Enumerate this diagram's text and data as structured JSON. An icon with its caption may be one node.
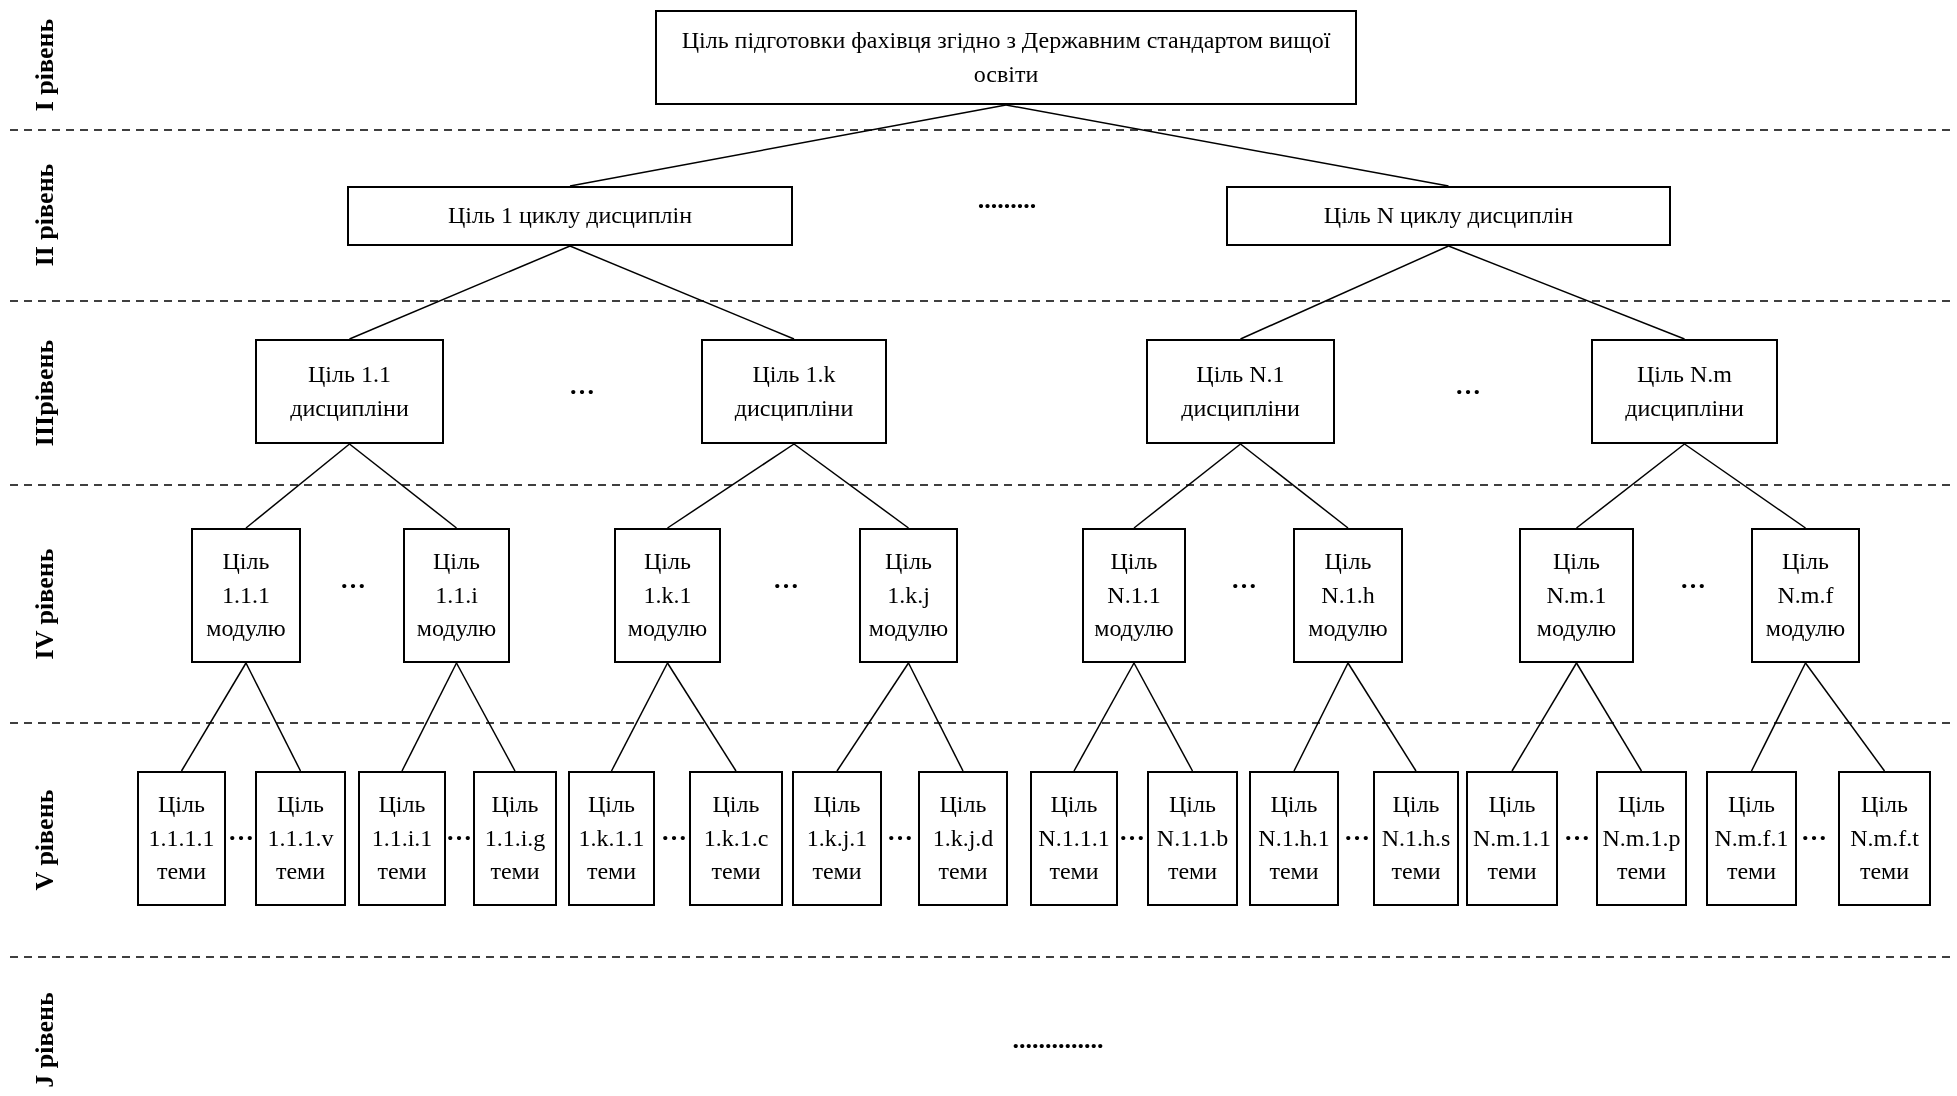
{
  "diagram": {
    "nodes": [
      {
        "text": [
          "Ціль підготовки фахівця згідно з Державним стандартом вищої освіти"
        ]
      },
      {
        "text": [
          "Ціль 1 циклу дисциплін"
        ]
      },
      {
        "text": [
          "Ціль N циклу дисциплін"
        ]
      },
      {
        "text": [
          "Ціль 1.1 дисципліни"
        ]
      },
      {
        "text": [
          "Ціль 1.k дисципліни"
        ]
      },
      {
        "text": [
          "Ціль N.1 дисципліни"
        ]
      },
      {
        "text": [
          "Ціль N.m дисципліни"
        ]
      },
      {
        "text": [
          "Ціль 1.1.1 модулю"
        ]
      },
      {
        "text": [
          "Ціль 1.1.i модулю"
        ]
      },
      {
        "text": [
          "Ціль 1.k.1 модулю"
        ]
      },
      {
        "text": [
          "Ціль 1.k.j модулю"
        ]
      },
      {
        "text": [
          "Ціль N.1.1 модулю"
        ]
      },
      {
        "text": [
          "Ціль N.1.h модулю"
        ]
      },
      {
        "text": [
          "Ціль N.m.1 модулю"
        ]
      },
      {
        "text": [
          "Ціль N.m.f модулю"
        ]
      },
      {
        "text": [
          "Ціль 1.1.1.1 теми"
        ]
      },
      {
        "text": [
          "Ціль 1.1.1.v теми"
        ]
      },
      {
        "text": [
          "Ціль 1.1.i.1 теми"
        ]
      },
      {
        "text": [
          "Ціль 1.1.i.g теми"
        ]
      },
      {
        "text": [
          "Ціль 1.k.1.1 теми"
        ]
      },
      {
        "text": [
          "Ціль 1.k.1.c теми"
        ]
      },
      {
        "text": [
          "Ціль 1.k.j.1 теми"
        ]
      },
      {
        "text": [
          "Ціль 1.k.j.d теми"
        ]
      },
      {
        "text": [
          "Ціль N.1.1.1 теми"
        ]
      },
      {
        "text": [
          "Ціль N.1.1.b теми"
        ]
      },
      {
        "text": [
          "Ціль N.1.h.1 теми"
        ]
      },
      {
        "text": [
          "Ціль N.1.h.s теми"
        ]
      },
      {
        "text": [
          "Ціль N.m.1.1 теми"
        ]
      },
      {
        "text": [
          "Ціль N.m.1.p теми"
        ]
      },
      {
        "text": [
          "Ціль N.m.f.1 теми"
        ]
      },
      {
        "text": [
          "Ціль N.m.f.t теми"
        ]
      }
    ],
    "edges": [
      {
        "from": 0,
        "to": 1,
        "arrow": "none"
      },
      {
        "from": 0,
        "to": 2,
        "arrow": "none"
      },
      {
        "from": 1,
        "to": 3,
        "arrow": "none"
      },
      {
        "from": 1,
        "to": 4,
        "arrow": "none"
      },
      {
        "from": 2,
        "to": 5,
        "arrow": "none"
      },
      {
        "from": 2,
        "to": 6,
        "arrow": "none"
      },
      {
        "from": 3,
        "to": 7,
        "arrow": "none"
      },
      {
        "from": 3,
        "to": 8,
        "arrow": "none"
      },
      {
        "from": 4,
        "to": 9,
        "arrow": "none"
      },
      {
        "from": 4,
        "to": 10,
        "arrow": "none"
      },
      {
        "from": 5,
        "to": 11,
        "arrow": "none"
      },
      {
        "from": 5,
        "to": 12,
        "arrow": "none"
      },
      {
        "from": 6,
        "to": 13,
        "arrow": "none"
      },
      {
        "from": 6,
        "to": 14,
        "arrow": "none"
      },
      {
        "from": 7,
        "to": 15,
        "arrow": "none"
      },
      {
        "from": 7,
        "to": 16,
        "arrow": "none"
      },
      {
        "from": 8,
        "to": 17,
        "arrow": "none"
      },
      {
        "from": 8,
        "to": 18,
        "arrow": "none"
      },
      {
        "from": 9,
        "to": 19,
        "arrow": "none"
      },
      {
        "from": 9,
        "to": 20,
        "arrow": "none"
      },
      {
        "from": 10,
        "to": 21,
        "arrow": "none"
      },
      {
        "from": 10,
        "to": 22,
        "arrow": "none"
      },
      {
        "from": 11,
        "to": 23,
        "arrow": "none"
      },
      {
        "from": 11,
        "to": 24,
        "arrow": "none"
      },
      {
        "from": 12,
        "to": 25,
        "arrow": "none"
      },
      {
        "from": 12,
        "to": 26,
        "arrow": "none"
      },
      {
        "from": 13,
        "to": 27,
        "arrow": "none"
      },
      {
        "from": 13,
        "to": 28,
        "arrow": "none"
      },
      {
        "from": 14,
        "to": 29,
        "arrow": "none"
      },
      {
        "from": 14,
        "to": 30,
        "arrow": "none"
      }
    ],
    "labels": [
      "I рівень",
      "II рівень",
      "IIIрівень",
      "IV рівень",
      "V рівень",
      "J рівень",
      ".........",
      "…",
      "…",
      "…",
      "…",
      "…",
      "…",
      "…",
      "…",
      "…",
      "…",
      "…",
      "…",
      "…",
      "…",
      ".............."
    ]
  }
}
